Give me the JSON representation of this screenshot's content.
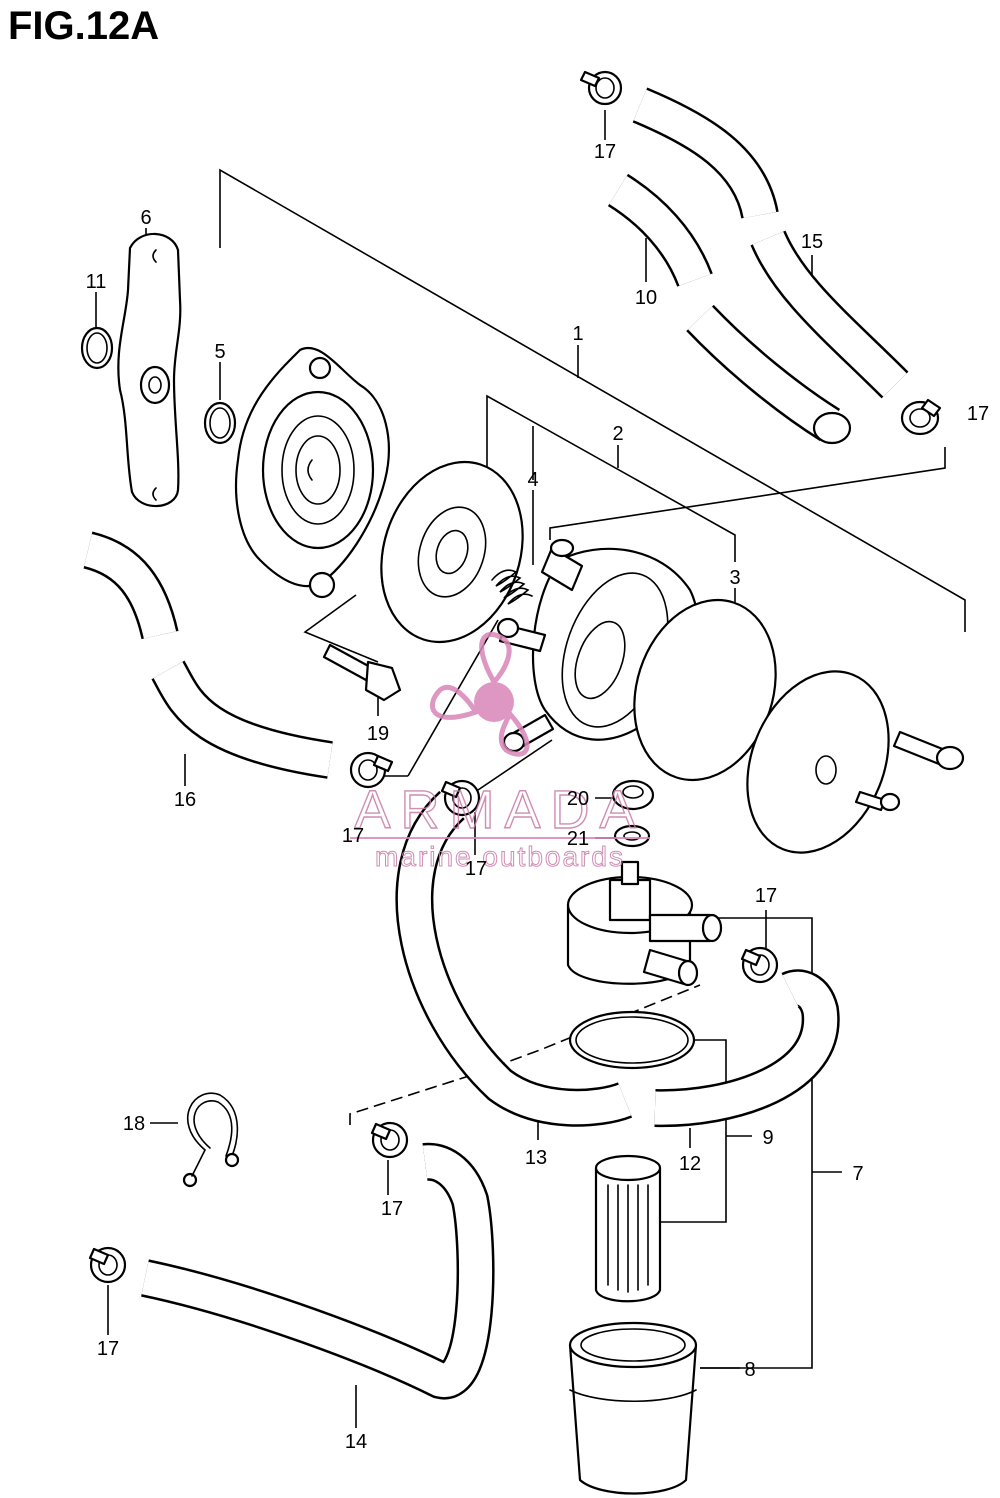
{
  "figure": {
    "title": "FIG.12A"
  },
  "watermark": {
    "brand": "ARMADA",
    "tagline": "marine outboards",
    "color": "#d986b8"
  },
  "callouts": {
    "c1": "1",
    "c2": "2",
    "c3": "3",
    "c4": "4",
    "c5": "5",
    "c6": "6",
    "c7": "7",
    "c8": "8",
    "c9": "9",
    "c10": "10",
    "c11": "11",
    "c12": "12",
    "c13": "13",
    "c14": "14",
    "c15": "15",
    "c16": "16",
    "c17": "17",
    "c18": "18",
    "c19": "19",
    "c20": "20",
    "c21": "21"
  }
}
